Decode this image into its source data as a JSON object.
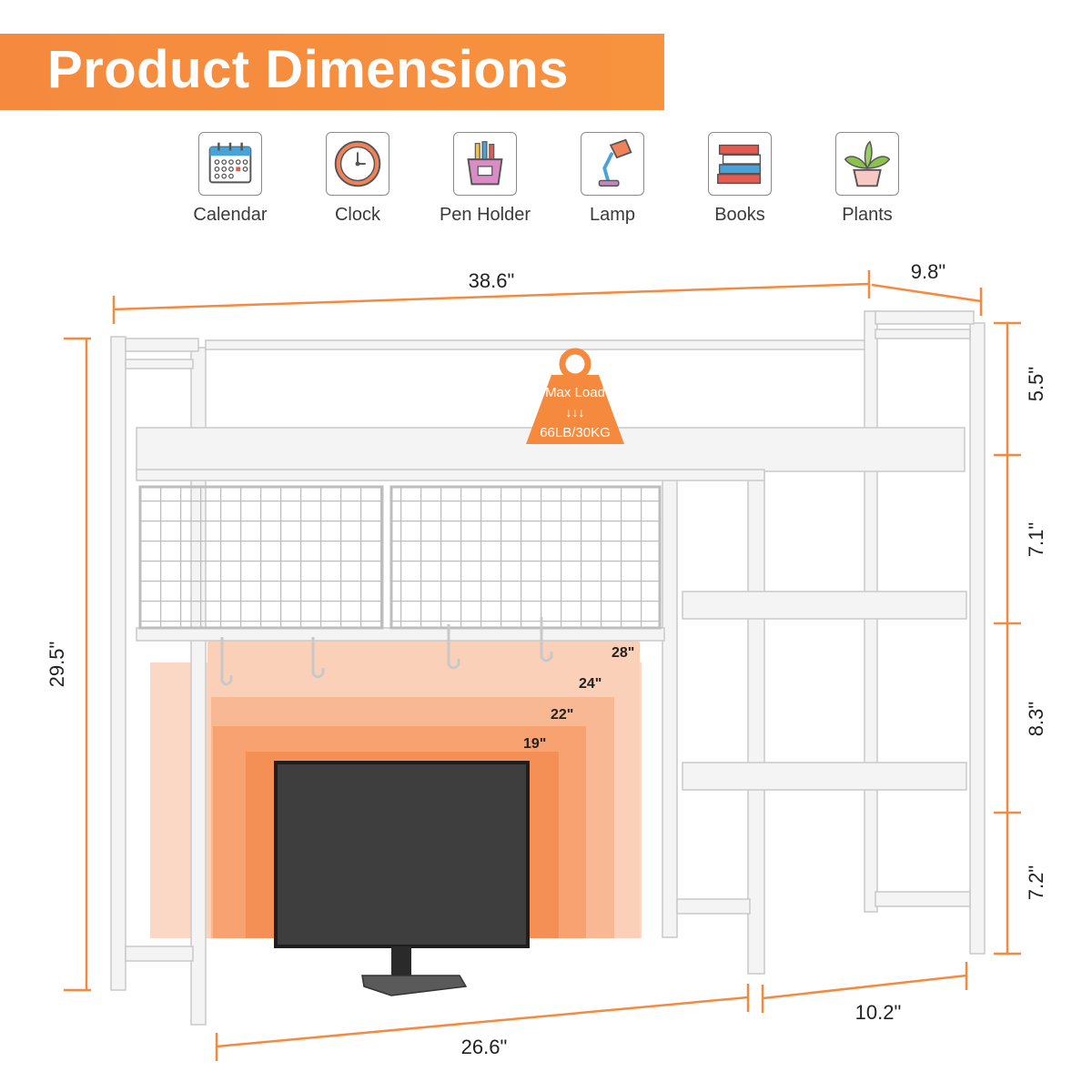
{
  "banner": {
    "title": "Product Dimensions"
  },
  "accessories": [
    {
      "label": "Calendar",
      "icon": "calendar-icon"
    },
    {
      "label": "Clock",
      "icon": "clock-icon"
    },
    {
      "label": "Pen Holder",
      "icon": "pen-holder-icon"
    },
    {
      "label": "Lamp",
      "icon": "lamp-icon"
    },
    {
      "label": "Books",
      "icon": "books-icon"
    },
    {
      "label": "Plants",
      "icon": "plant-icon"
    }
  ],
  "dimensions": {
    "total_width": "38.6\"",
    "depth": "9.8\"",
    "total_height": "29.5\"",
    "inner_width": "26.6\"",
    "side_width": "10.2\"",
    "shelf_heights": [
      "5.5\"",
      "7.1\"",
      "8.3\"",
      "7.2\""
    ]
  },
  "monitor_sizes": [
    "28\"",
    "24\"",
    "22\"",
    "19\""
  ],
  "max_load": {
    "label": "Max Load",
    "arrows": "↓↓↓",
    "value": "66LB/30KG"
  },
  "colors": {
    "accent": "#f58a3e",
    "frame": "#f4f4f4",
    "frame_edge": "#c9c9c9"
  }
}
